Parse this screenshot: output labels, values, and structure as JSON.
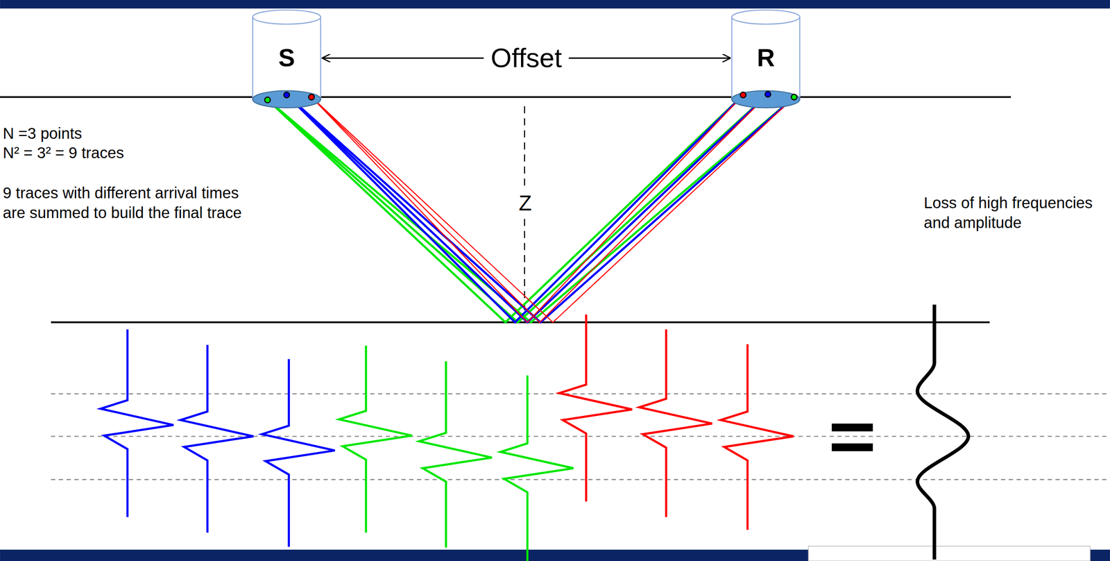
{
  "diagram": {
    "nodes": [
      {
        "text": [
          "S"
        ]
      },
      {
        "text": [
          "R"
        ]
      }
    ],
    "edges": [
      {
        "from": 0,
        "to": 1,
        "arrow": "both",
        "label": "Offset"
      }
    ],
    "labels": [
      "N =3 points",
      "N² = 3² = 9 traces",
      "9 traces with different arrival times are summed to build the final trace",
      "Z",
      "Loss of high frequencies and amplitude"
    ]
  }
}
